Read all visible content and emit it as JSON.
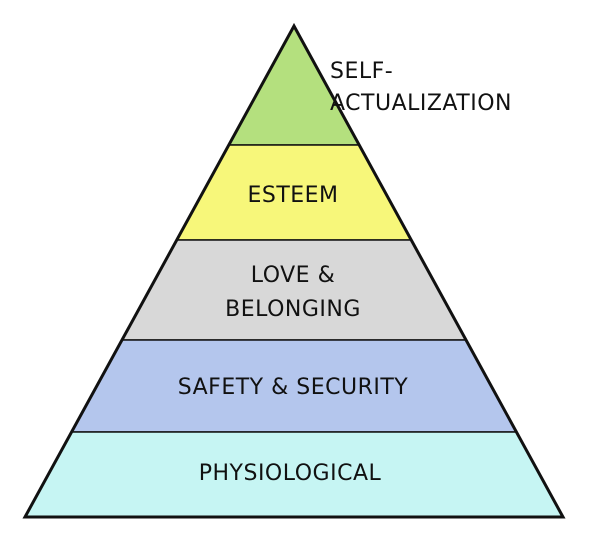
{
  "diagram": {
    "levels": [
      {
        "label": "SELF-",
        "label2": "ACTUALIZATION",
        "color": "#b4e07e"
      },
      {
        "label": "ESTEEM",
        "color": "#f7f77a"
      },
      {
        "label": "LOVE &",
        "label2": "BELONGING",
        "color": "#d8d8d8"
      },
      {
        "label": "SAFETY & SECURITY",
        "color": "#b4c6ed"
      },
      {
        "label": "PHYSIOLOGICAL",
        "color": "#c6f5f3"
      }
    ],
    "outline_color": "#111111"
  }
}
